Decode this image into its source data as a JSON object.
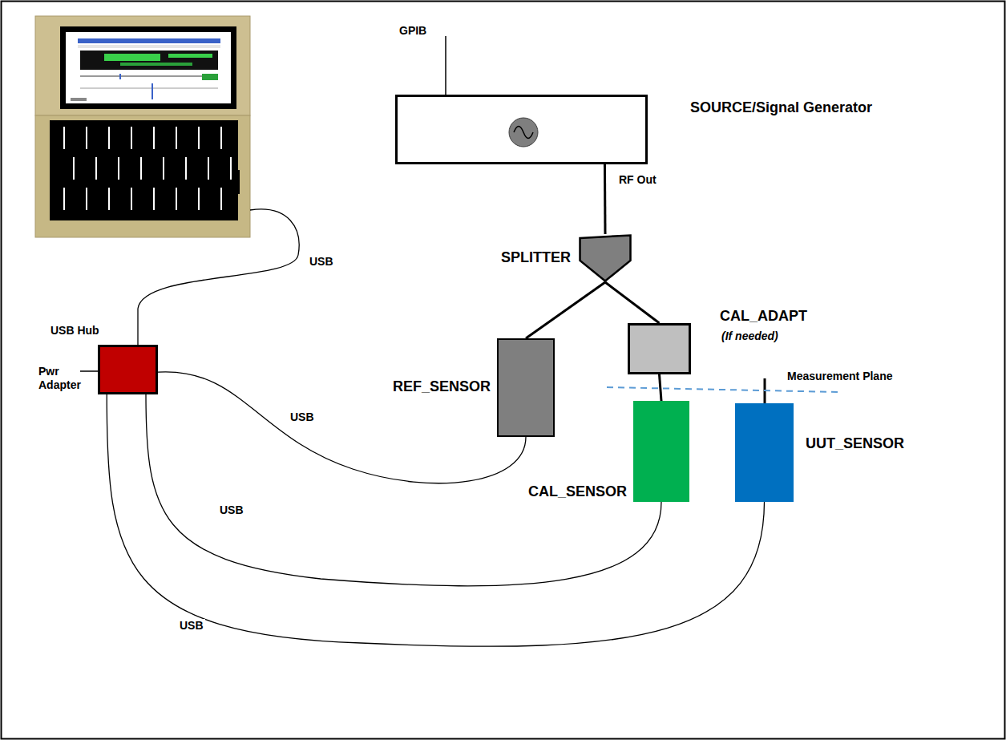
{
  "diagram": {
    "nodes": [
      {
        "text": [
          "SOURCE/Signal Generator"
        ]
      },
      {
        "text": [
          "SPLITTER"
        ]
      },
      {
        "text": [
          "REF_SENSOR"
        ]
      },
      {
        "text": [
          "CAL_ADAPT",
          "(If needed)"
        ]
      },
      {
        "text": [
          "CAL_SENSOR"
        ]
      },
      {
        "text": [
          "UUT_SENSOR"
        ]
      },
      {
        "text": [
          "USB Hub"
        ]
      }
    ],
    "edges": [
      {
        "from": 0,
        "to": 1,
        "arrow": "none",
        "label": "RF Out"
      },
      {
        "from": 1,
        "to": 2,
        "arrow": "none"
      },
      {
        "from": 1,
        "to": 3,
        "arrow": "none"
      },
      {
        "from": 3,
        "to": 4,
        "arrow": "none"
      },
      {
        "from": 6,
        "to": 2,
        "arrow": "none",
        "label": "USB"
      },
      {
        "from": 6,
        "to": 4,
        "arrow": "none",
        "label": "USB"
      },
      {
        "from": 6,
        "to": 5,
        "arrow": "none",
        "label": "USB"
      }
    ],
    "labels": [
      "GPIB",
      "USB",
      "Pwr Adapter",
      "Measurement Plane"
    ]
  }
}
